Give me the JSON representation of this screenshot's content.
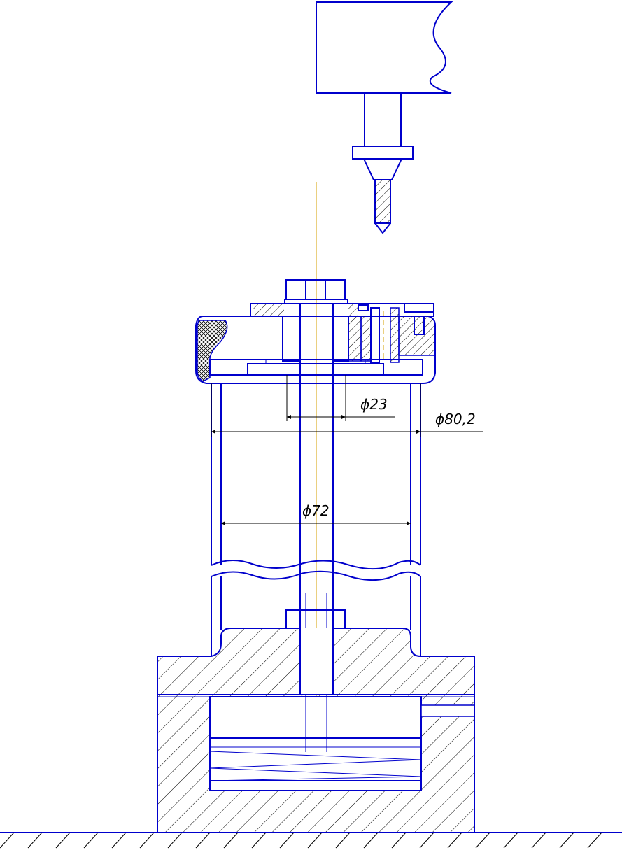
{
  "dimensions": {
    "d23": "ϕ23",
    "d80_2": "ϕ80,2",
    "d72": "ϕ72"
  },
  "colors": {
    "outline": "#0000cc",
    "thin": "#000000",
    "axis": "#d4a000"
  }
}
